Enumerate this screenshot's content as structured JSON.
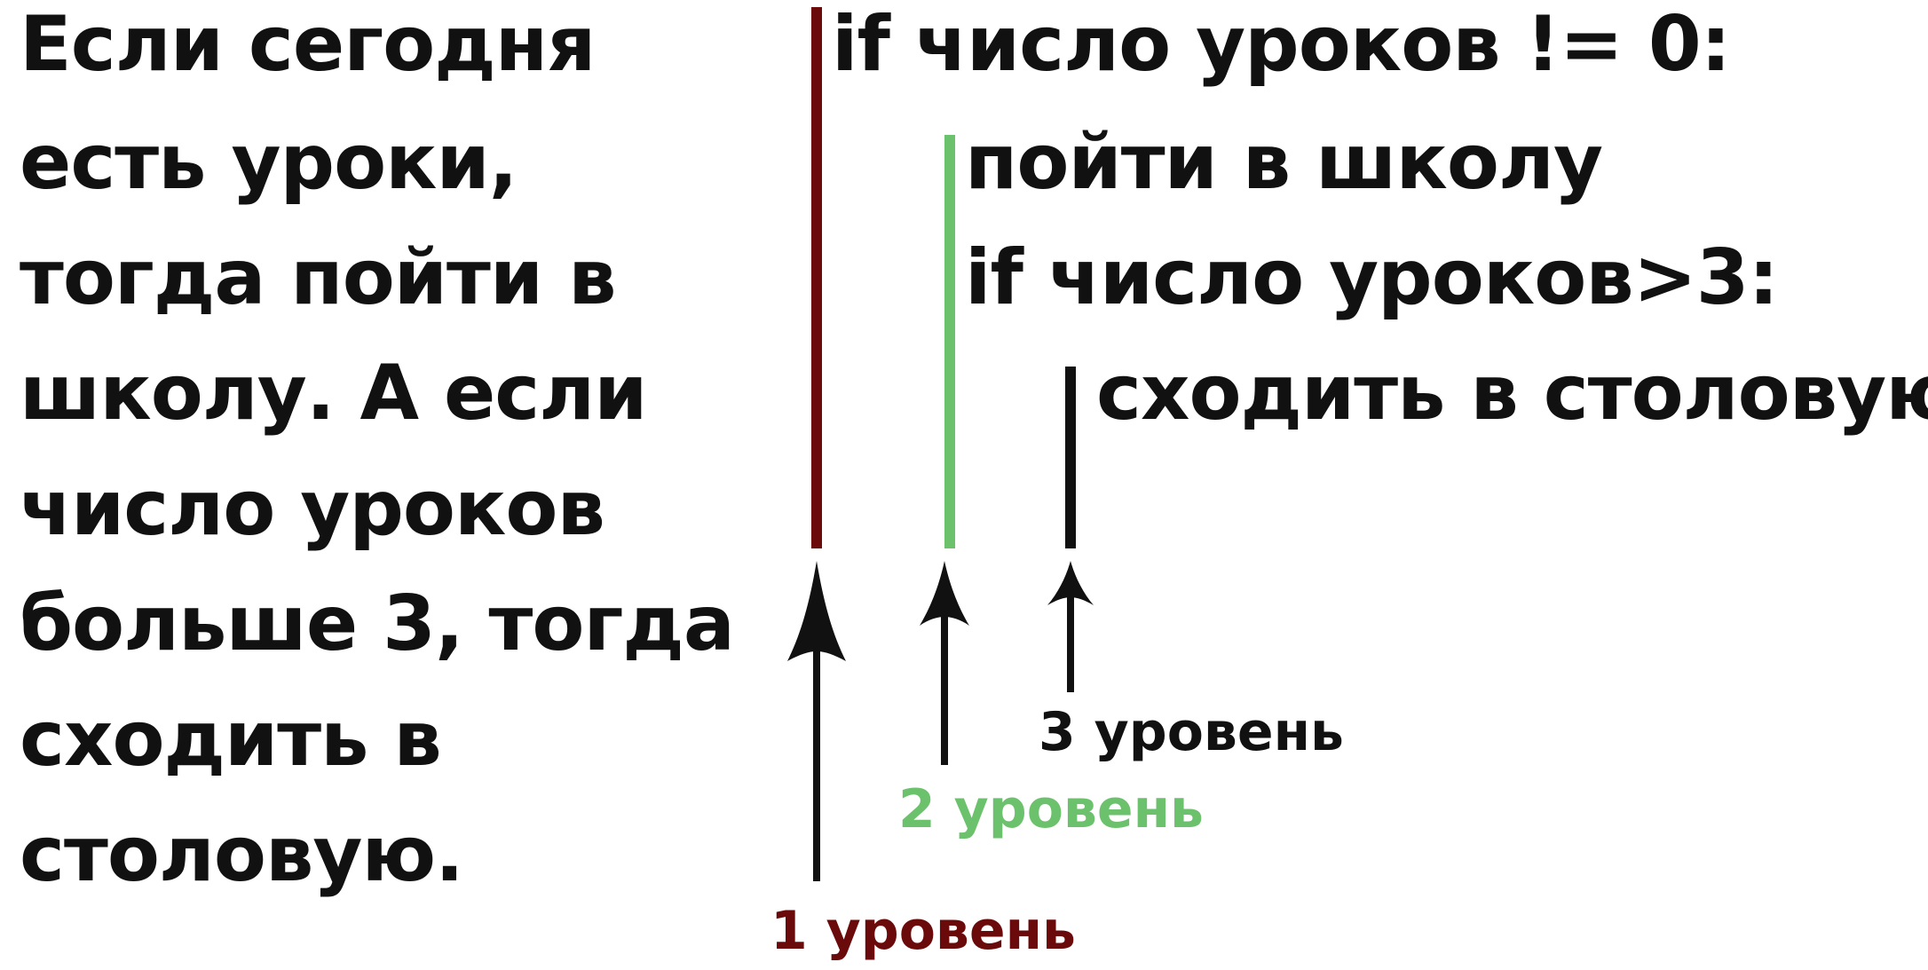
{
  "description": {
    "lines": [
      "Если сегодня",
      "есть уроки,",
      "тогда пойти в",
      "школу. А если",
      "число уроков",
      "больше 3, тогда",
      "сходить в",
      "столовую."
    ]
  },
  "code": {
    "lines": [
      "if число уроков != 0:",
      "пойти в школу",
      "if число уроков>3:",
      "сходить в столовую"
    ]
  },
  "levels": [
    {
      "label": "1 уровень",
      "color": "#6b0a0a"
    },
    {
      "label": "2 уровень",
      "color": "#6cc16c"
    },
    {
      "label": "3 уровень",
      "color": "#111111"
    }
  ]
}
